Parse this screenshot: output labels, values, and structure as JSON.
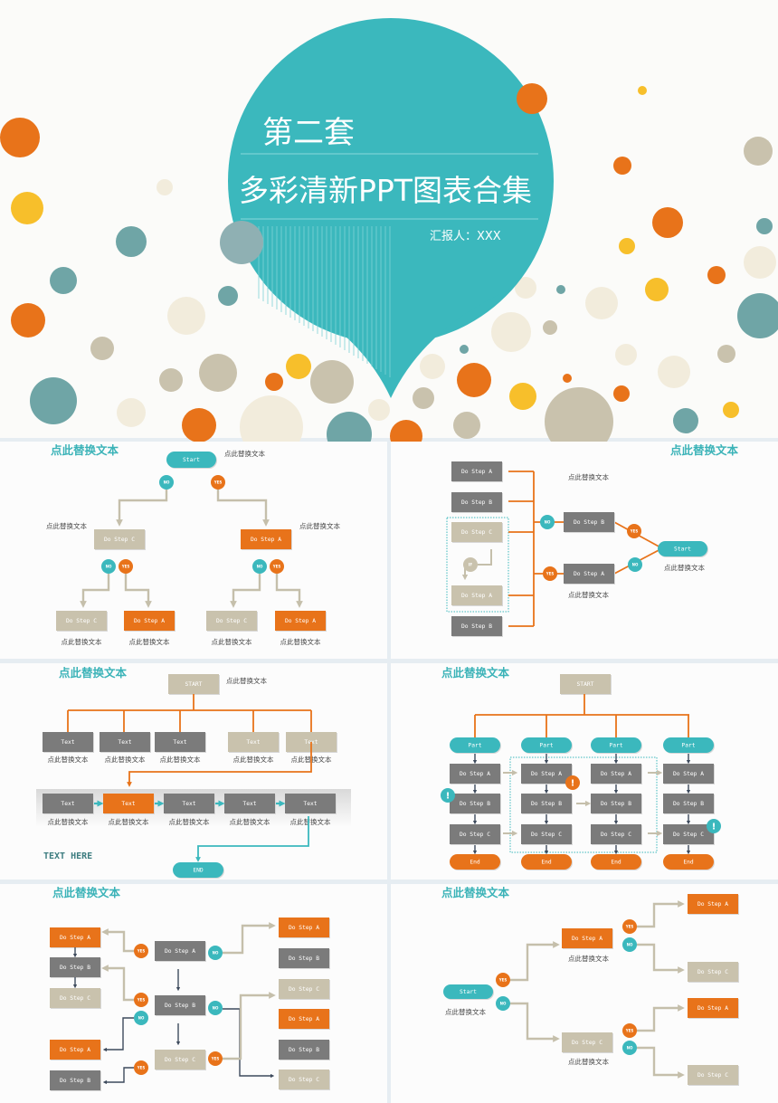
{
  "cover": {
    "series_label": "第二套",
    "title": "多彩清新PPT图表合集",
    "reporter": "汇报人：XXX"
  },
  "colors": {
    "teal": "#3bb8bd",
    "orange": "#e8731a",
    "yellow": "#f7bf2b",
    "gray": "#7b7b7b",
    "beige": "#c9c2ad",
    "navy": "#3d4a5c",
    "slide_bg": "#fcfcfc"
  },
  "slides": [
    {
      "title": "点此替换文本",
      "nodes": [
        "Start",
        "Do Step C",
        "Do Step A",
        "Do Step C",
        "Do Step A",
        "Do Step C",
        "Do Step A"
      ],
      "badges": [
        "NO",
        "YES",
        "NO",
        "YES",
        "NO",
        "YES"
      ],
      "captions": [
        "点此替换文本",
        "点此替换文本",
        "点此替换文本",
        "点此替换文本",
        "点此替换文本",
        "点此替换文本",
        "点此替换文本"
      ]
    },
    {
      "title": "点此替换文本",
      "nodes": [
        "Do Step A",
        "Do Step B",
        "Do Step C",
        "Do Step A",
        "Do Step B",
        "Do Step B",
        "Do Step A",
        "Start"
      ],
      "badges": [
        "NO",
        "YES",
        "YES",
        "NO"
      ],
      "if_label": "IF",
      "captions": [
        "点此替换文本",
        "点此替换文本",
        "点此替换文本"
      ]
    },
    {
      "title": "点此替换文本",
      "nodes": [
        "START",
        "Text",
        "Text",
        "Text",
        "Text",
        "Text",
        "Text",
        "Text",
        "Text",
        "Text",
        "Text",
        "END"
      ],
      "captions": [
        "点此替换文本",
        "点此替换文本",
        "点此替换文本",
        "点此替换文本",
        "点此替换文本",
        "点此替换文本",
        "点此替换文本",
        "点此替换文本",
        "点此替换文本",
        "点此替换文本",
        "点此替换文本"
      ],
      "footer": "TEXT HERE"
    },
    {
      "title": "点此替换文本",
      "start": "START",
      "columns": [
        {
          "part": "Part",
          "steps": [
            "Do Step A",
            "Do Step B",
            "Do Step C"
          ],
          "end": "End"
        },
        {
          "part": "Part",
          "steps": [
            "Do Step A",
            "Do Step B",
            "Do Step C"
          ],
          "end": "End"
        },
        {
          "part": "Part",
          "steps": [
            "Do Step A",
            "Do Step B",
            "Do Step C"
          ],
          "end": "End"
        },
        {
          "part": "Part",
          "steps": [
            "Do Step A",
            "Do Step B",
            "Do Step C"
          ],
          "end": "End"
        }
      ],
      "alert_mark": "!"
    },
    {
      "title": "点此替换文本",
      "left": [
        "Do Step A",
        "Do Step B",
        "Do Step C",
        "Do Step A",
        "Do Step B"
      ],
      "center": [
        "Do Step A",
        "Do Step B",
        "Do Step C"
      ],
      "right": [
        "Do Step A",
        "Do Step B",
        "Do Step C",
        "Do Step A",
        "Do Step B",
        "Do Step C"
      ],
      "badges": [
        "YES",
        "NO",
        "YES",
        "NO",
        "NO",
        "YES",
        "YES"
      ]
    },
    {
      "title": "点此替换文本",
      "nodes": [
        "Start",
        "Do Step A",
        "Do Step C",
        "Do Step A",
        "Do Step C",
        "Do Step A",
        "Do Step C"
      ],
      "badges": [
        "YES",
        "NO",
        "YES",
        "NO",
        "YES",
        "NO"
      ],
      "captions": [
        "点此替换文本",
        "点此替换文本",
        "点此替换文本"
      ]
    }
  ]
}
